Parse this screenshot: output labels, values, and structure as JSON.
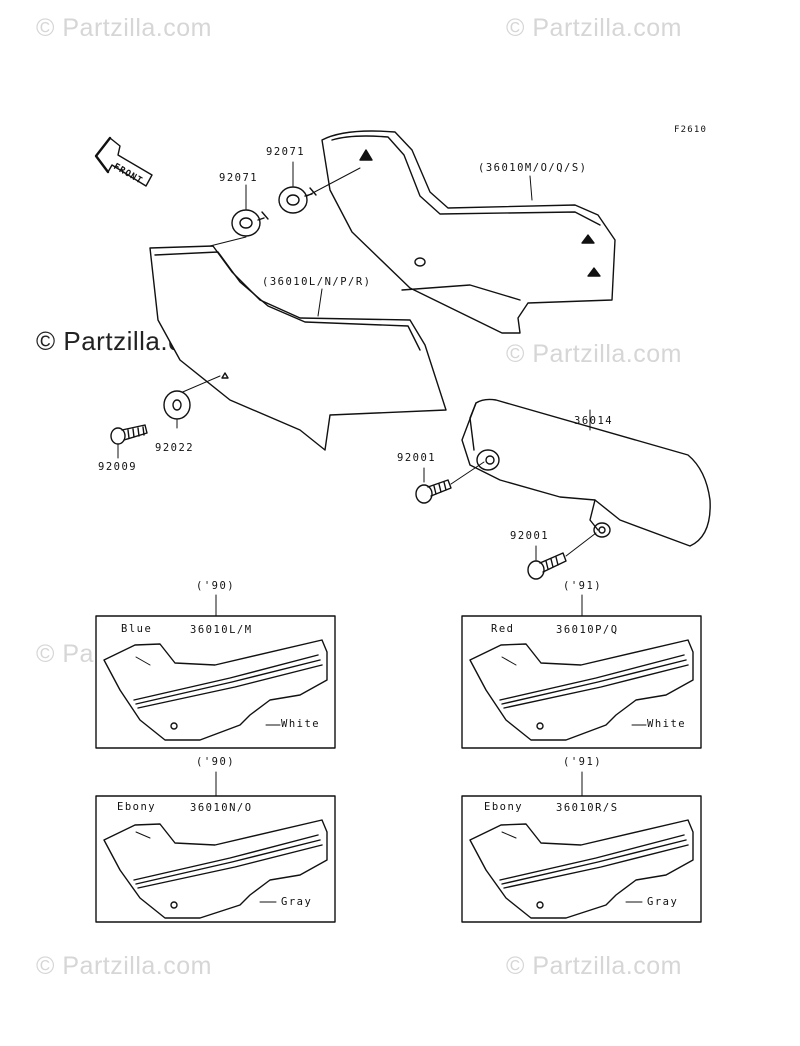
{
  "watermarks": {
    "text": "© Partzilla.com"
  },
  "figure_code": "F2610",
  "front_arrow_label": "FRONT",
  "parts": {
    "grommet_upper": "92071",
    "grommet_lower": "92071",
    "right_cover_group": "(36010M/O/Q/S)",
    "left_cover_group": "(36010L/N/P/R)",
    "washer": "92022",
    "bolt_left": "92009",
    "chain_cover": "36014",
    "bolt_upper": "92001",
    "bolt_lower": "92001"
  },
  "variants": [
    {
      "year": "('90)",
      "part": "36010L/M",
      "top_color": "Blue",
      "stripe_color": "White"
    },
    {
      "year": "('91)",
      "part": "36010P/Q",
      "top_color": "Red",
      "stripe_color": "White"
    },
    {
      "year": "('90)",
      "part": "36010N/O",
      "top_color": "Ebony",
      "stripe_color": "Gray"
    },
    {
      "year": "('91)",
      "part": "36010R/S",
      "top_color": "Ebony",
      "stripe_color": "Gray"
    }
  ]
}
